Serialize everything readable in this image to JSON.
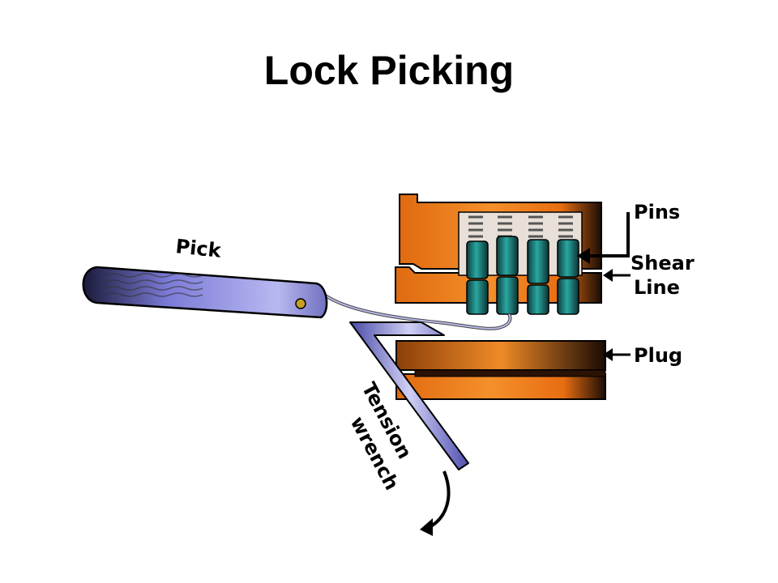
{
  "slide": {
    "title": "Lock Picking"
  },
  "labels": {
    "pick": "Pick",
    "pins": "Pins",
    "shear_line_1": "Shear",
    "shear_line_2": "Line",
    "plug": "Plug",
    "tension_wrench_1": "Tension",
    "tension_wrench_2": "wrench"
  },
  "colors": {
    "lock_body": "#f07e1a",
    "pin": "#1f8c8c",
    "pick": "#6a6acc",
    "outline": "#000000"
  }
}
